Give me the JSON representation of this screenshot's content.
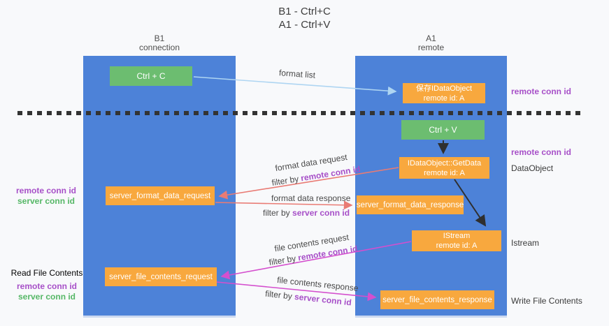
{
  "title": {
    "line1": "B1 - Ctrl+C",
    "line2": "A1 - Ctrl+V"
  },
  "lanes": {
    "left": {
      "header1": "B1",
      "header2": "connection"
    },
    "right": {
      "header1": "A1",
      "header2": "remote"
    }
  },
  "nodes": {
    "ctrl_c": {
      "label": "Ctrl + C"
    },
    "ctrl_v": {
      "label": "Ctrl + V"
    },
    "save_dataobject": {
      "line1": "保存IDataObject",
      "line2": "remote id: A"
    },
    "getdata": {
      "line1": "IDataObject::GetData",
      "line2": "remote id: A"
    },
    "format_request": {
      "label": "server_format_data_request"
    },
    "format_response": {
      "label": "server_format_data_response"
    },
    "istream": {
      "line1": "IStream",
      "line2": "remote id: A"
    },
    "file_request": {
      "label": "server_file_contents_request"
    },
    "file_response": {
      "label": "server_file_contents_response"
    }
  },
  "edge_labels": {
    "format_list": "format list",
    "format_data_request": "format data request",
    "format_data_response": "format data response",
    "file_contents_request": "file contents request",
    "file_contents_response": "file contents response",
    "filter_by": "filter by ",
    "remote_conn_id": "remote conn id",
    "server_conn_id": "server conn id"
  },
  "side_labels": {
    "remote_conn_id": "remote conn id",
    "server_conn_id": "server conn id",
    "dataobject": "DataObject",
    "istream": "Istream",
    "read_file_contents": "Read File Contents",
    "write_file_contents": "Write File Contents"
  },
  "colors": {
    "lane_blue": "#4d82d8",
    "node_orange": "#f8a83e",
    "node_green": "#6cbd70",
    "arrow_red": "#e97b74",
    "arrow_magenta": "#d44fce",
    "arrow_light_blue": "#aed5f2",
    "arrow_black": "#2f2f2f",
    "label_purple": "#a750c8",
    "label_green": "#55b766"
  }
}
